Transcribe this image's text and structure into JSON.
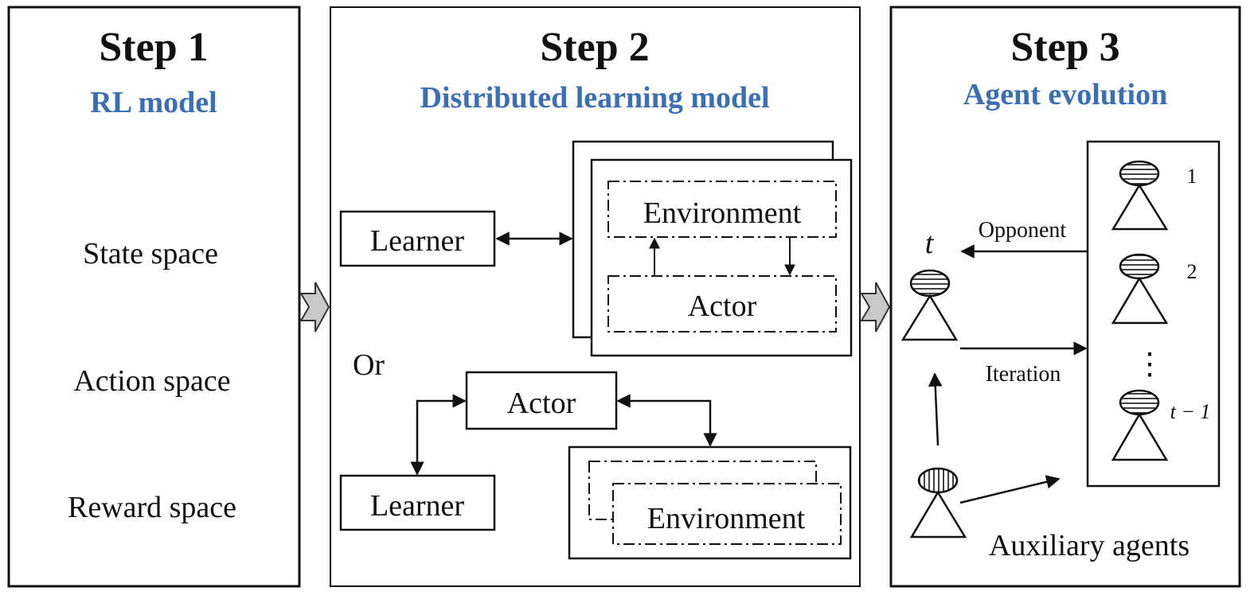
{
  "colors": {
    "accent": "#3a6fb5",
    "ink": "#111111",
    "arrow_fill": "#c8c8c8"
  },
  "step1": {
    "title": "Step 1",
    "subtitle": "RL model",
    "items": [
      "State space",
      "Action space",
      "Reward space"
    ]
  },
  "step2": {
    "title": "Step 2",
    "subtitle": "Distributed learning model",
    "top": {
      "learner": "Learner",
      "environment": "Environment",
      "actor": "Actor"
    },
    "or_label": "Or",
    "bottom": {
      "actor": "Actor",
      "learner": "Learner",
      "environment": "Environment"
    }
  },
  "step3": {
    "title": "Step 3",
    "subtitle": "Agent evolution",
    "current_agent": "t",
    "opponent_label": "Opponent",
    "iteration_label": "Iteration",
    "pool_numbers": [
      "1",
      "2",
      "t − 1"
    ],
    "pool_ellipsis": "⋮",
    "auxiliary_label": "Auxiliary agents"
  },
  "icons": [
    "step-arrow-icon",
    "agent-icon"
  ]
}
